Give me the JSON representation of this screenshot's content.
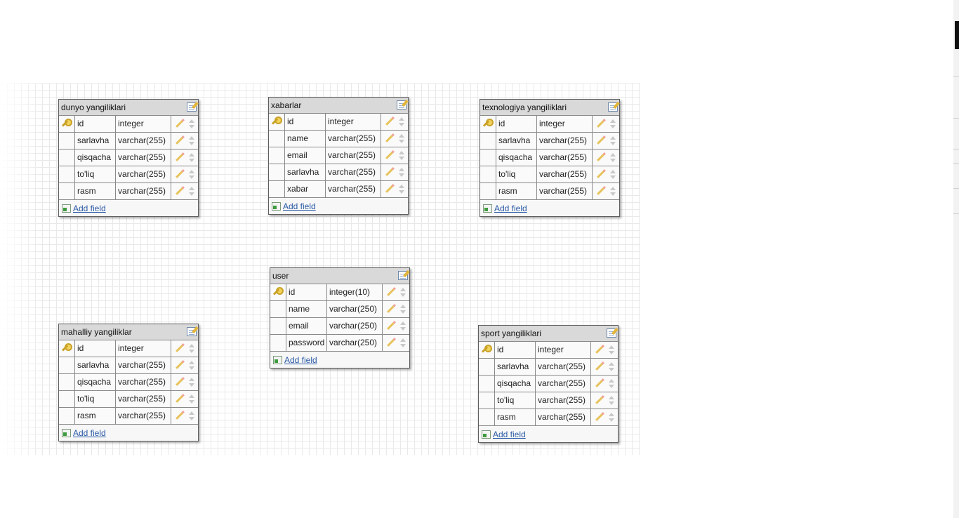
{
  "tables": [
    {
      "name": "dunyo yangiliklari",
      "fields": [
        {
          "name": "id",
          "type": "integer",
          "pk": true
        },
        {
          "name": "sarlavha",
          "type": "varchar(255)"
        },
        {
          "name": "qisqacha",
          "type": "varchar(255)"
        },
        {
          "name": "to'liq",
          "type": "varchar(255)"
        },
        {
          "name": "rasm",
          "type": "varchar(255)"
        }
      ]
    },
    {
      "name": "xabarlar",
      "fields": [
        {
          "name": "id",
          "type": "integer",
          "pk": true
        },
        {
          "name": "name",
          "type": "varchar(255)"
        },
        {
          "name": "email",
          "type": "varchar(255)"
        },
        {
          "name": "sarlavha",
          "type": "varchar(255)"
        },
        {
          "name": "xabar",
          "type": "varchar(255)"
        }
      ]
    },
    {
      "name": "texnologiya yangiliklari",
      "fields": [
        {
          "name": "id",
          "type": "integer",
          "pk": true
        },
        {
          "name": "sarlavha",
          "type": "varchar(255)"
        },
        {
          "name": "qisqacha",
          "type": "varchar(255)"
        },
        {
          "name": "to'liq",
          "type": "varchar(255)"
        },
        {
          "name": "rasm",
          "type": "varchar(255)"
        }
      ]
    },
    {
      "name": "user",
      "fields": [
        {
          "name": "id",
          "type": "integer(10)",
          "pk": true
        },
        {
          "name": "name",
          "type": "varchar(250)"
        },
        {
          "name": "email",
          "type": "varchar(250)"
        },
        {
          "name": "password",
          "type": "varchar(250)"
        }
      ]
    },
    {
      "name": "mahalliy yangiliklar",
      "fields": [
        {
          "name": "id",
          "type": "integer",
          "pk": true
        },
        {
          "name": "sarlavha",
          "type": "varchar(255)"
        },
        {
          "name": "qisqacha",
          "type": "varchar(255)"
        },
        {
          "name": "to'liq",
          "type": "varchar(255)"
        },
        {
          "name": "rasm",
          "type": "varchar(255)"
        }
      ]
    },
    {
      "name": "sport yangiliklari",
      "fields": [
        {
          "name": "id",
          "type": "integer",
          "pk": true
        },
        {
          "name": "sarlavha",
          "type": "varchar(255)"
        },
        {
          "name": "qisqacha",
          "type": "varchar(255)"
        },
        {
          "name": "to'liq",
          "type": "varchar(255)"
        },
        {
          "name": "rasm",
          "type": "varchar(255)"
        }
      ]
    }
  ],
  "add_field_label": "Add field",
  "icons": {
    "primary_key": "key-icon",
    "edit_field": "pencil-icon",
    "reorder": "reorder-icon",
    "edit_table": "edit-table-icon",
    "add_field": "add-field-icon"
  }
}
